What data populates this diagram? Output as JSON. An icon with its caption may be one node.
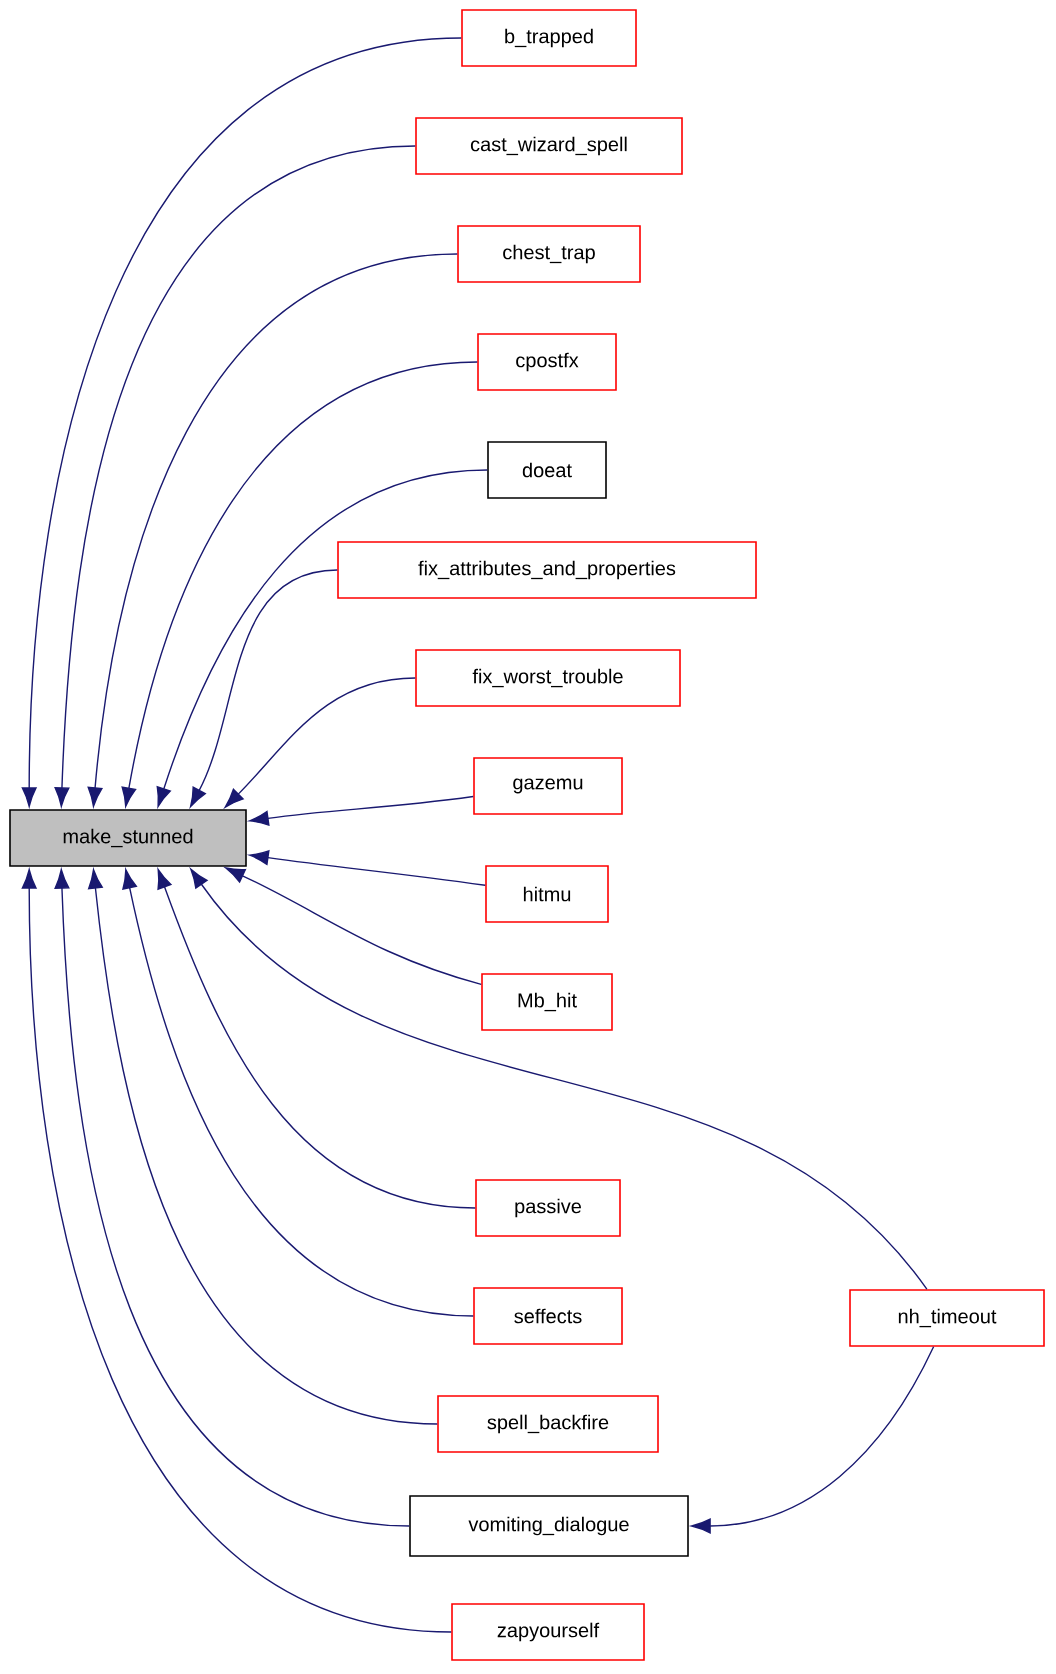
{
  "diagram": {
    "nodes": [
      {
        "text": [
          "make_stunned"
        ]
      },
      {
        "text": [
          "b_trapped"
        ]
      },
      {
        "text": [
          "cast_wizard_spell"
        ]
      },
      {
        "text": [
          "chest_trap"
        ]
      },
      {
        "text": [
          "cpostfx"
        ]
      },
      {
        "text": [
          "doeat"
        ]
      },
      {
        "text": [
          "fix_attributes_and_properties"
        ]
      },
      {
        "text": [
          "fix_worst_trouble"
        ]
      },
      {
        "text": [
          "gazemu"
        ]
      },
      {
        "text": [
          "hitmu"
        ]
      },
      {
        "text": [
          "Mb_hit"
        ]
      },
      {
        "text": [
          "nh_timeout"
        ]
      },
      {
        "text": [
          "passive"
        ]
      },
      {
        "text": [
          "seffects"
        ]
      },
      {
        "text": [
          "spell_backfire"
        ]
      },
      {
        "text": [
          "vomiting_dialogue"
        ]
      },
      {
        "text": [
          "zapyourself"
        ]
      }
    ],
    "edges": [
      {
        "from": 1,
        "to": 0,
        "arrow": "to"
      },
      {
        "from": 2,
        "to": 0,
        "arrow": "to"
      },
      {
        "from": 3,
        "to": 0,
        "arrow": "to"
      },
      {
        "from": 4,
        "to": 0,
        "arrow": "to"
      },
      {
        "from": 5,
        "to": 0,
        "arrow": "to"
      },
      {
        "from": 6,
        "to": 0,
        "arrow": "to"
      },
      {
        "from": 7,
        "to": 0,
        "arrow": "to"
      },
      {
        "from": 8,
        "to": 0,
        "arrow": "to"
      },
      {
        "from": 9,
        "to": 0,
        "arrow": "to"
      },
      {
        "from": 10,
        "to": 0,
        "arrow": "to"
      },
      {
        "from": 11,
        "to": 0,
        "arrow": "to"
      },
      {
        "from": 11,
        "to": 15,
        "arrow": "to"
      },
      {
        "from": 12,
        "to": 0,
        "arrow": "to"
      },
      {
        "from": 13,
        "to": 0,
        "arrow": "to"
      },
      {
        "from": 14,
        "to": 0,
        "arrow": "to"
      },
      {
        "from": 15,
        "to": 0,
        "arrow": "to"
      },
      {
        "from": 16,
        "to": 0,
        "arrow": "to"
      }
    ]
  }
}
